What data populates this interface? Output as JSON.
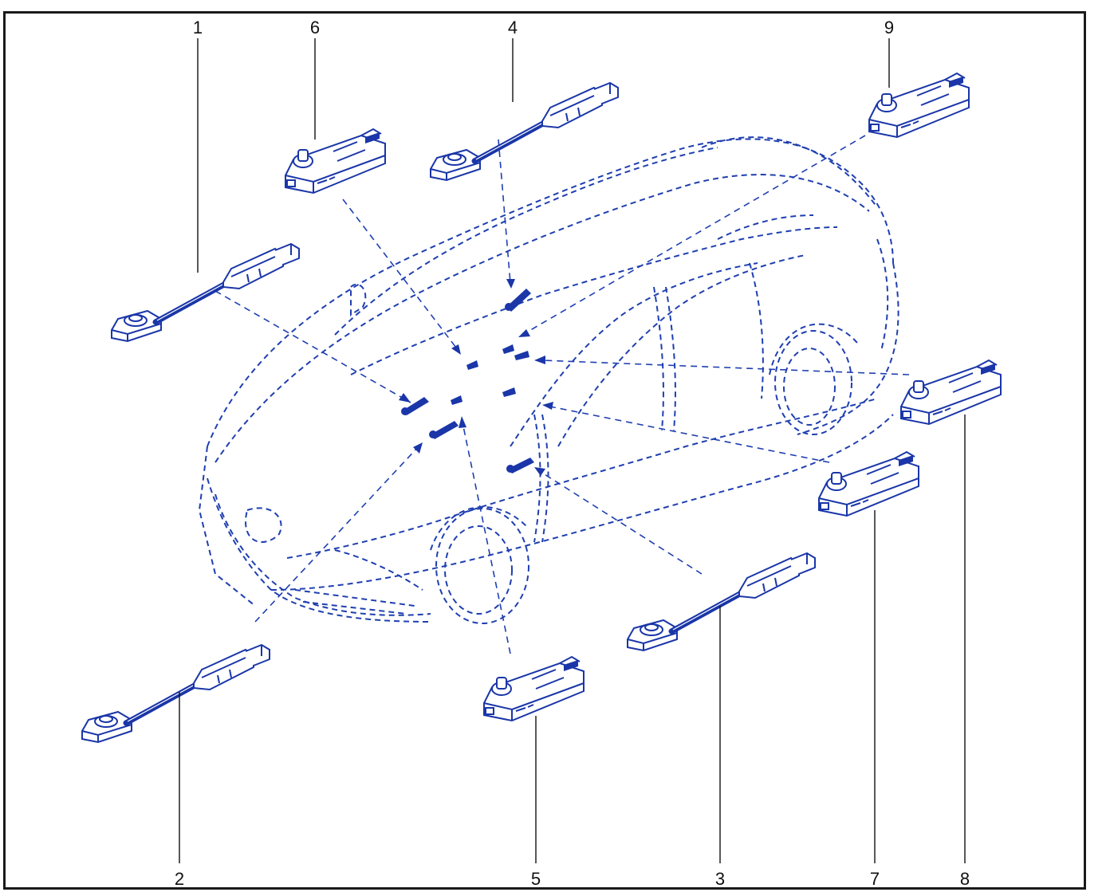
{
  "diagram": {
    "callouts": [
      {
        "id": "1",
        "label": "1"
      },
      {
        "id": "6",
        "label": "6"
      },
      {
        "id": "4",
        "label": "4"
      },
      {
        "id": "9",
        "label": "9"
      },
      {
        "id": "2",
        "label": "2"
      },
      {
        "id": "5",
        "label": "5"
      },
      {
        "id": "3",
        "label": "3"
      },
      {
        "id": "7",
        "label": "7"
      },
      {
        "id": "8",
        "label": "8"
      }
    ],
    "parts": [
      {
        "callout": "1",
        "kind": "cable-sensor"
      },
      {
        "callout": "6",
        "kind": "compact-sensor"
      },
      {
        "callout": "4",
        "kind": "cable-sensor"
      },
      {
        "callout": "9",
        "kind": "compact-sensor"
      },
      {
        "callout": "2",
        "kind": "cable-sensor"
      },
      {
        "callout": "5",
        "kind": "compact-sensor"
      },
      {
        "callout": "3",
        "kind": "cable-sensor"
      },
      {
        "callout": "7",
        "kind": "compact-sensor"
      },
      {
        "callout": "8",
        "kind": "compact-sensor"
      }
    ],
    "colors": {
      "line": "#1a36a8",
      "frame": "#1a1a1a",
      "text": "#111111"
    }
  }
}
